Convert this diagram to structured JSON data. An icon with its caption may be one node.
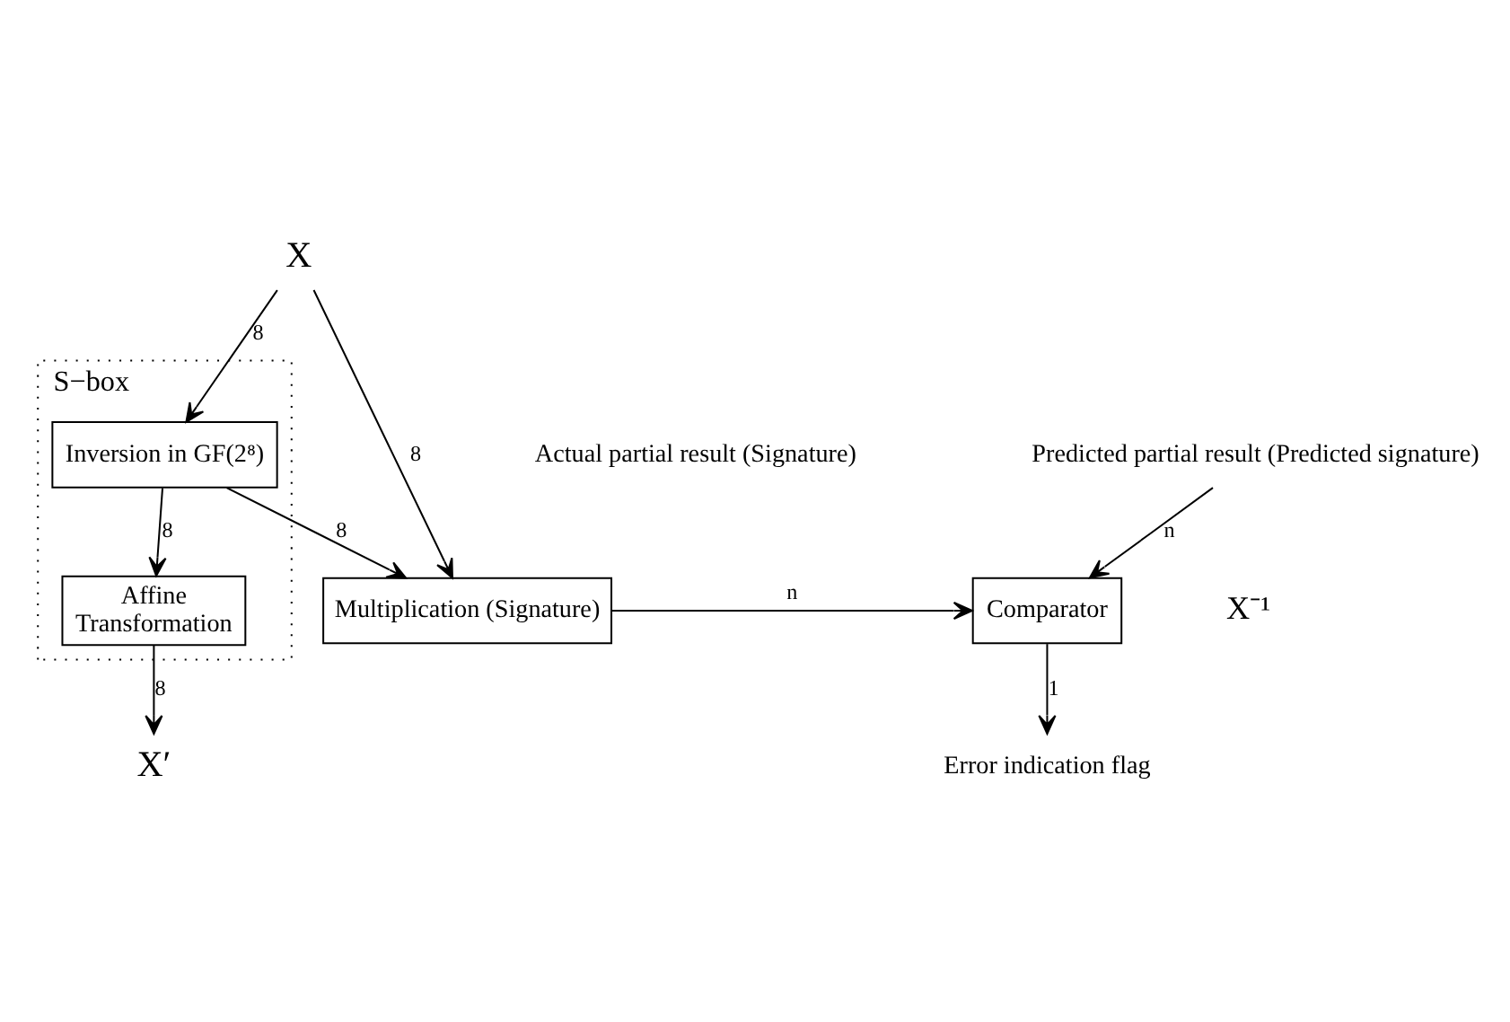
{
  "diagram": {
    "nodes": [
      {
        "text": [
          "X"
        ]
      },
      {
        "text": [
          "S−box"
        ]
      },
      {
        "text": [
          "Inversion in GF(2⁸)"
        ],
        "in": 1
      },
      {
        "text": [
          "Affine Transformation"
        ],
        "in": 1
      },
      {
        "text": [
          "Multiplication (Signature)"
        ]
      },
      {
        "text": [
          "Predicted partial result (Predicted signature)"
        ]
      },
      {
        "text": [
          "Comparator"
        ]
      },
      {
        "text": [
          "Error indication flag"
        ]
      },
      {
        "text": [
          "X′"
        ]
      }
    ],
    "edges": [
      {
        "from": 0,
        "to": 2,
        "arrow": "to",
        "label": "8"
      },
      {
        "from": 0,
        "to": 4,
        "arrow": "to",
        "label": "8"
      },
      {
        "from": 2,
        "to": 3,
        "arrow": "to",
        "label": "8"
      },
      {
        "from": 2,
        "to": 4,
        "arrow": "to",
        "label": "8"
      },
      {
        "from": 3,
        "to": 8,
        "arrow": "to",
        "label": "8"
      },
      {
        "from": 4,
        "to": 6,
        "arrow": "to",
        "label": "n"
      },
      {
        "from": 5,
        "to": 6,
        "arrow": "to",
        "label": "n"
      },
      {
        "from": 6,
        "to": 7,
        "arrow": "to",
        "label": "1"
      }
    ],
    "labels": [
      "X⁻¹",
      "Actual partial result (Signature)"
    ]
  }
}
